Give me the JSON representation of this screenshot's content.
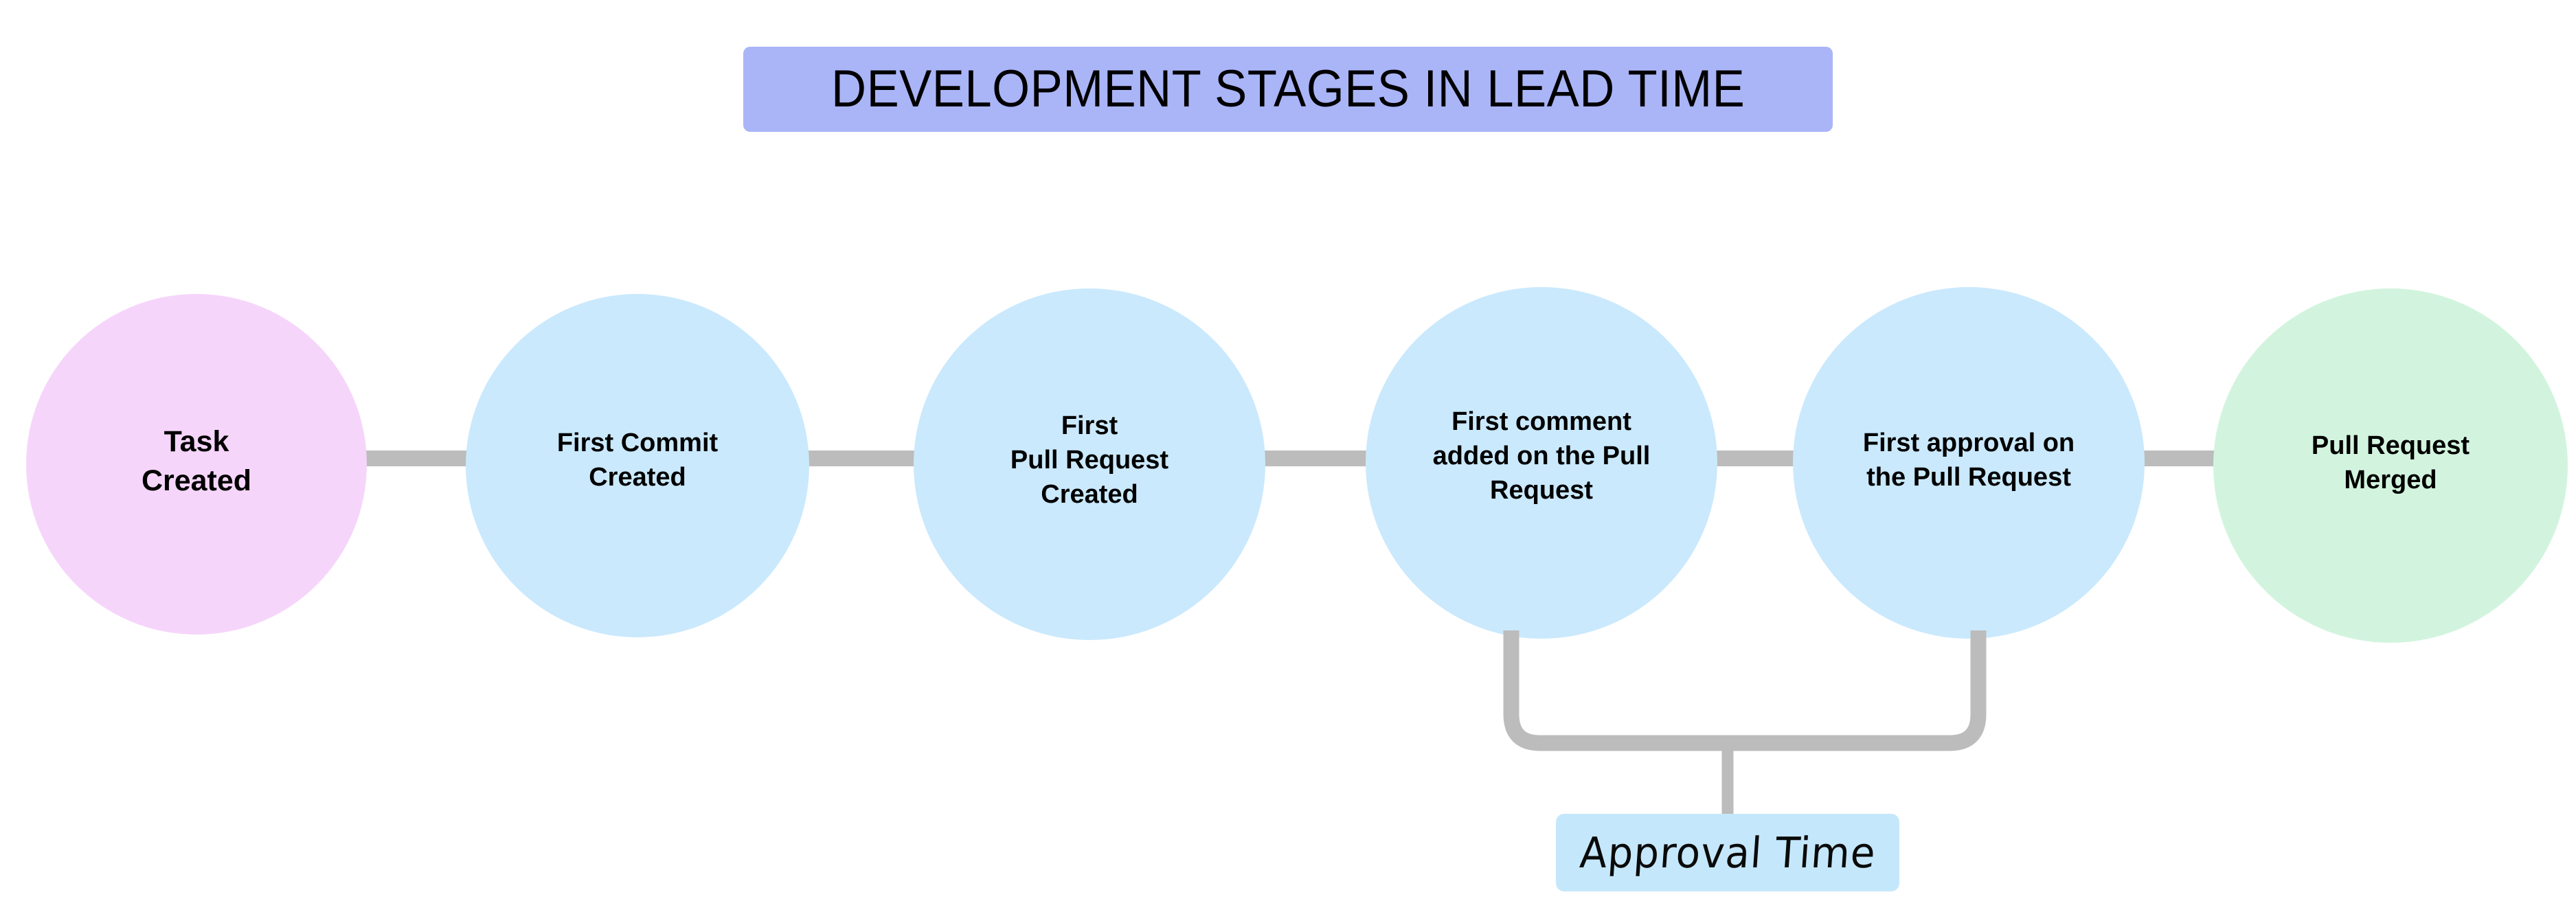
{
  "title": {
    "text": "DEVELOPMENT STAGES IN LEAD TIME",
    "band_color": "#aab5f8",
    "text_color": "#000000"
  },
  "colors": {
    "background": "#ffffff",
    "connector_gray": "#bcbcbc",
    "node_pink": "#f6d5fb",
    "node_blue": "#cae9fd",
    "node_green": "#d2f4de",
    "title_band": "#aab5f8",
    "annotation_badge": "#c5e7fb"
  },
  "chart_data": {
    "type": "diagram",
    "subtype": "horizontal-timeline-flow",
    "title": "DEVELOPMENT STAGES IN LEAD TIME",
    "nodes": [
      {
        "id": "task-created",
        "label": "Task\nCreated",
        "color": "#f6d5fb",
        "order": 1
      },
      {
        "id": "first-commit",
        "label": "First Commit\nCreated",
        "color": "#cae9fd",
        "order": 2
      },
      {
        "id": "first-pr",
        "label": "First\nPull Request\nCreated",
        "color": "#cae9fd",
        "order": 3
      },
      {
        "id": "first-comment",
        "label": "First comment\nadded on the Pull\nRequest",
        "color": "#cae9fd",
        "order": 4
      },
      {
        "id": "first-approval",
        "label": "First approval on\nthe Pull Request",
        "color": "#cae9fd",
        "order": 5
      },
      {
        "id": "pr-merged",
        "label": "Pull Request\nMerged",
        "color": "#d2f4de",
        "order": 6
      }
    ],
    "connectors": [
      {
        "from": "task-created",
        "to": "first-commit",
        "style": "straight"
      },
      {
        "from": "first-commit",
        "to": "first-pr",
        "style": "straight"
      },
      {
        "from": "first-pr",
        "to": "first-comment",
        "style": "straight"
      },
      {
        "from": "first-comment",
        "to": "first-approval",
        "style": "straight"
      },
      {
        "from": "first-approval",
        "to": "pr-merged",
        "style": "straight"
      }
    ],
    "annotations": [
      {
        "id": "approval-time",
        "label": "Approval Time",
        "spans": [
          "first-comment",
          "first-approval"
        ],
        "style": "bracket-below",
        "badge_color": "#c5e7fb"
      }
    ]
  },
  "nodes": {
    "n1": "Task\nCreated",
    "n2": "First Commit\nCreated",
    "n3": "First\nPull Request\nCreated",
    "n4": "First comment\nadded on the Pull\nRequest",
    "n5": "First approval on\nthe Pull Request",
    "n6": "Pull Request\nMerged"
  },
  "annotation": {
    "approval_time_label": "Approval Time"
  }
}
